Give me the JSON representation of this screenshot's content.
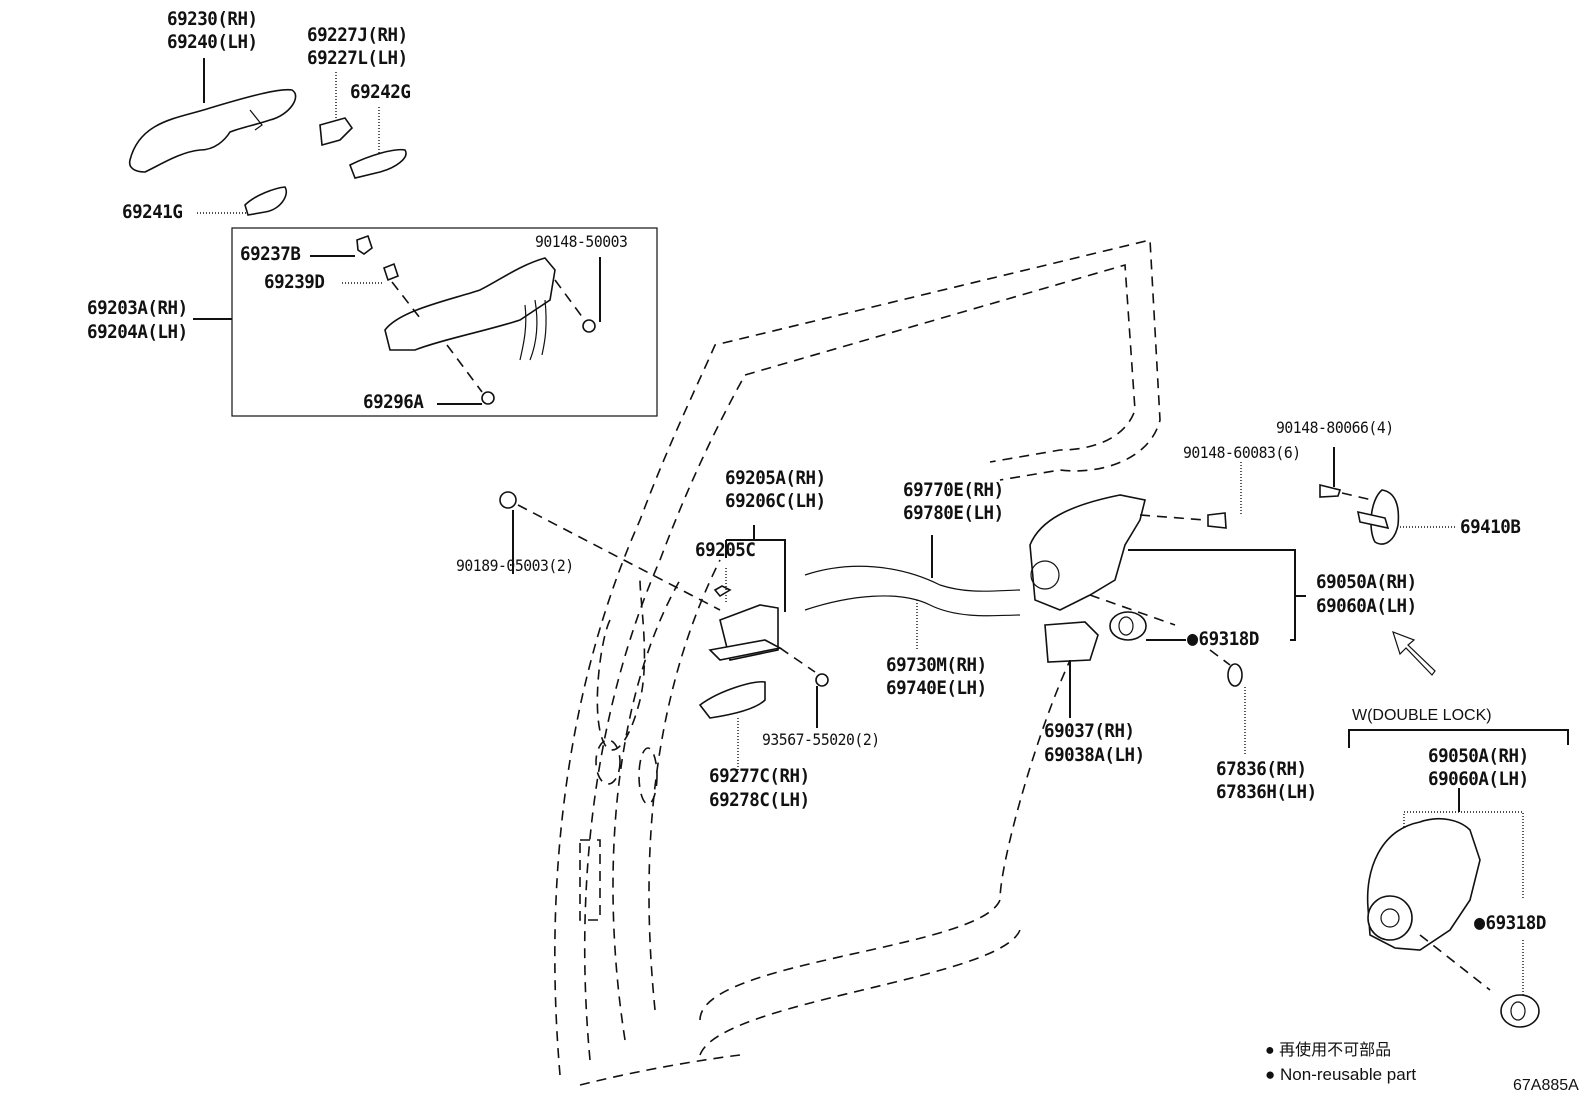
{
  "diagram": {
    "title_code": "67A885A",
    "legend": {
      "jp": "再使用不可部品",
      "en": "Non-reusable part",
      "symbol": "filled-circle"
    },
    "double_lock_caption": "W(DOUBLE LOCK)",
    "labels": {
      "handle_rh": "69230(RH)",
      "handle_lh": "69240(LH)",
      "cap_rh": "69227J(RH)",
      "cap_lh": "69227L(LH)",
      "pad_g": "69242G",
      "pad_rear": "69241G",
      "frame_rh": "69203A(RH)",
      "frame_lh": "69204A(LH)",
      "p69237b": "69237B",
      "p69239d": "69239D",
      "bolt_50003": "90148-50003",
      "p69296a": "69296A",
      "clip": "90189-05003(2)",
      "inside_rh": "69205A(RH)",
      "inside_lh": "69206C(LH)",
      "p69205c": "69205C",
      "screw": "93567-55020(2)",
      "bezel_rh": "69277C(RH)",
      "bezel_lh": "69278C(LH)",
      "cable1_rh": "69770E(RH)",
      "cable1_lh": "69780E(LH)",
      "cable2_rh": "69730M(RH)",
      "cable2_lh": "69740E(LH)",
      "motor_rh": "69037(RH)",
      "motor_lh": "69038A(LH)",
      "screw_60083": "90148-60083(6)",
      "screw_80066": "90148-80066(4)",
      "striker": "69410B",
      "lock_rh": "69050A(RH)",
      "lock_lh": "69060A(LH)",
      "seal": "69318D",
      "grommet_rh": "67836(RH)",
      "grommet_lh": "67836H(LH)",
      "dl_lock_rh": "69050A(RH)",
      "dl_lock_lh": "69060A(LH)",
      "dl_seal": "69318D"
    }
  }
}
